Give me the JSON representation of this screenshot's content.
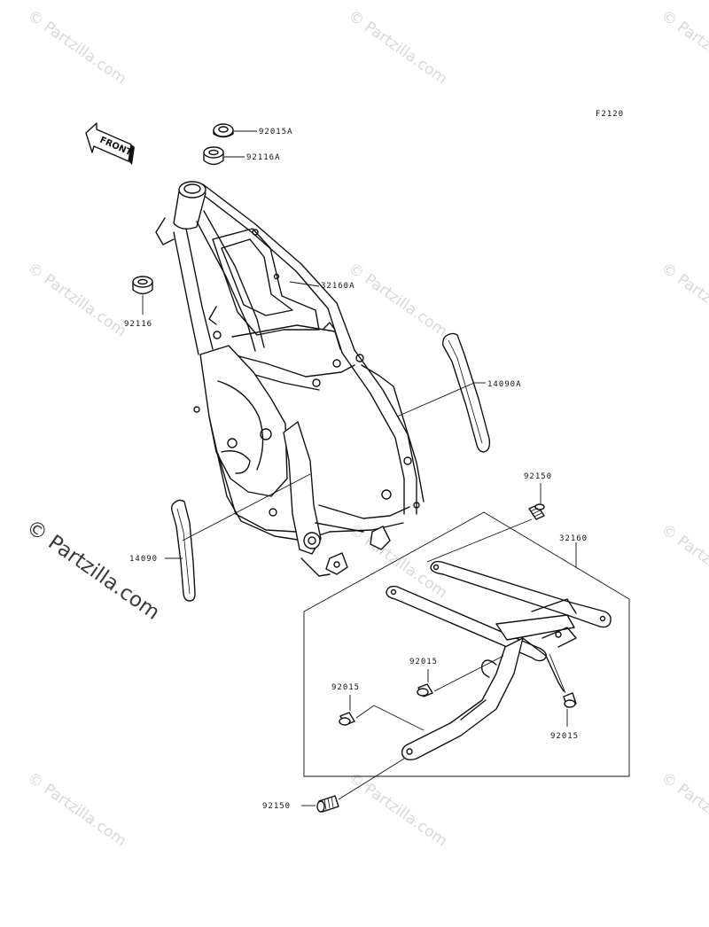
{
  "diagram_code": "F2120",
  "front_indicator": "FRONT",
  "watermark": {
    "small": "© Partzilla.com",
    "large": "© Partzilla.com"
  },
  "parts": {
    "nut_top": "92015A",
    "bearing_top": "92116A",
    "frame": "32160A",
    "bearing_left": "92116",
    "guard_right": "14090A",
    "guard_left": "14090",
    "bolt_upper": "92150",
    "subframe": "32160",
    "bolt_mid": "92015",
    "bolt_left": "92015",
    "bolt_right": "92015",
    "bolt_lower": "92150"
  }
}
